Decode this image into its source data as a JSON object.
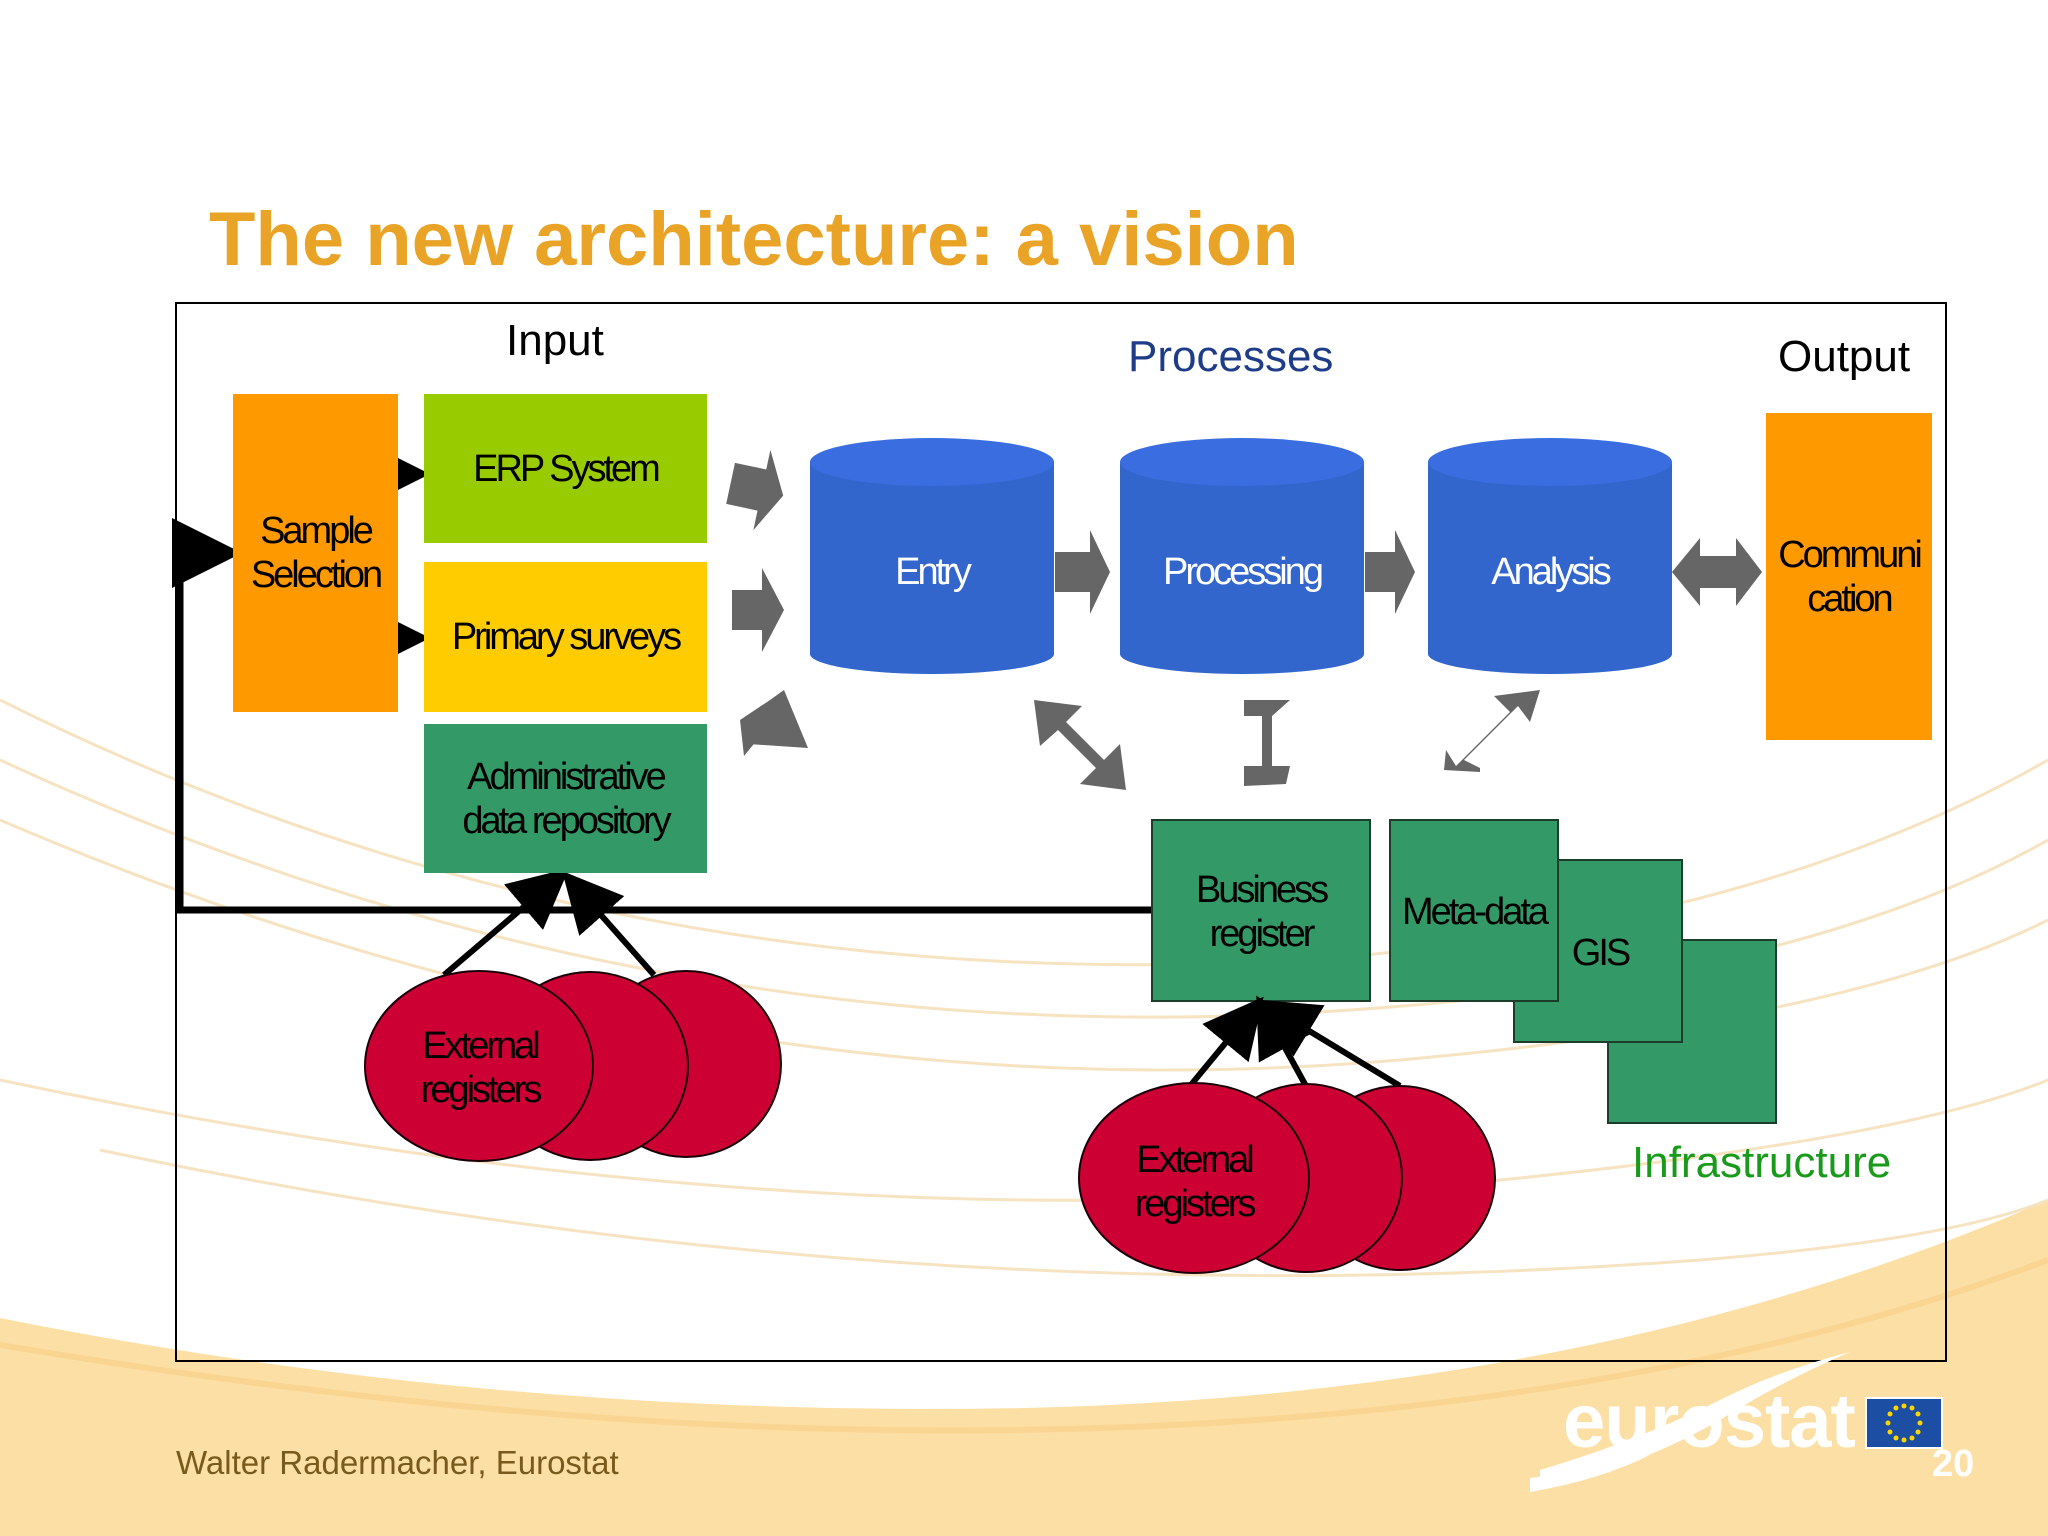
{
  "slide": {
    "title": "The new architecture: a vision",
    "footer_author": "Walter Radermacher, Eurostat",
    "logo_text": "eurostat",
    "page_number": "20"
  },
  "headers": {
    "input": "Input",
    "processes": "Processes",
    "output": "Output",
    "infrastructure": "Infrastructure"
  },
  "input_boxes": {
    "sample_selection": [
      "Sample",
      "Selection"
    ],
    "erp_system": "ERP System",
    "primary_surveys": "Primary surveys",
    "admin_repository": [
      "Administrative",
      "data repository"
    ]
  },
  "process_cylinders": {
    "entry": "Entry",
    "processing": "Processing",
    "analysis": "Analysis"
  },
  "output_box": {
    "communication": [
      "Communi",
      "cation"
    ]
  },
  "infrastructure_boxes": {
    "business_register": [
      "Business",
      "register"
    ],
    "meta_data": "Meta-data",
    "gis": "GIS"
  },
  "external_registers": {
    "left": [
      "External",
      "registers"
    ],
    "right": [
      "External",
      "registers"
    ]
  },
  "colors": {
    "title": "#e9a428",
    "sample_selection": "#ff9900",
    "erp_system": "#99cc00",
    "primary_surveys": "#ffcc00",
    "admin_repository": "#339966",
    "cylinder": "#3366cc",
    "communication": "#ff9900",
    "infrastructure_box": "#339966",
    "external_registers": "#cc0033",
    "arrow": "#666666",
    "processes_header": "#1f3c88",
    "infrastructure_header": "#1a9a1a"
  }
}
